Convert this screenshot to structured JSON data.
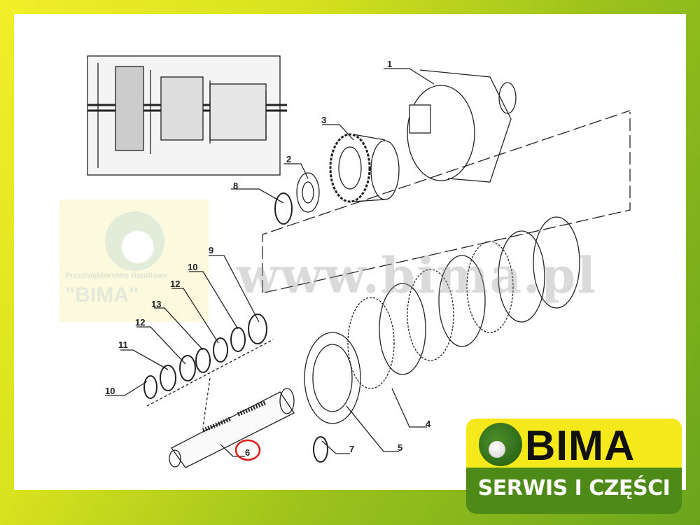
{
  "diagram": {
    "part_labels": [
      "1",
      "2",
      "3",
      "4",
      "5",
      "6",
      "7",
      "8",
      "9",
      "10",
      "11",
      "12",
      "12",
      "13",
      "10"
    ],
    "highlighted_part": "6",
    "highlight_color": "#e01818"
  },
  "watermark": {
    "url": "www.bima.pl",
    "company_line": "Przedsiębiorstwo Handlowe",
    "company_name": "\"BIMA\""
  },
  "logo": {
    "name": "BIMA",
    "tagline": "SERWIS I CZĘŚCI",
    "yellow": "#f6e91b",
    "green": "#4e8a17"
  }
}
